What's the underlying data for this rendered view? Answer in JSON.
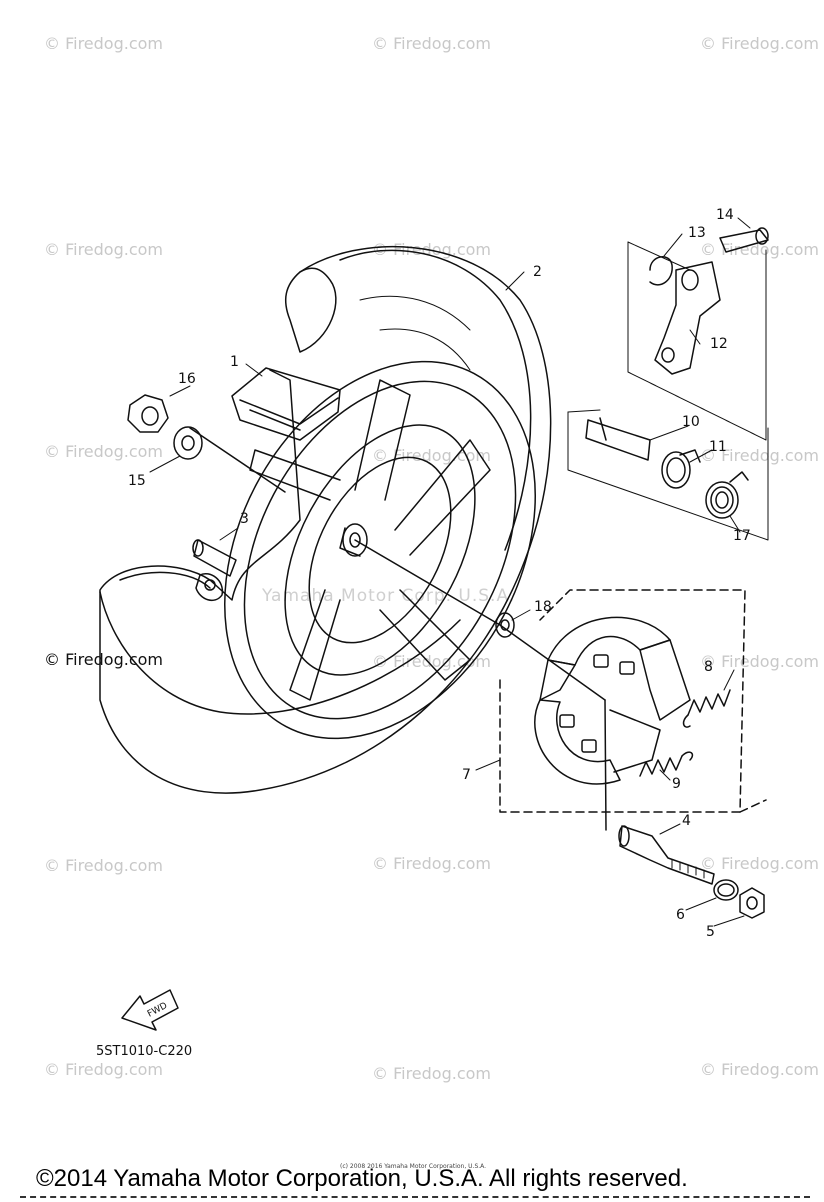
{
  "watermark": {
    "text": "© Firedog.com",
    "center_text": "Yamaha Motor Corp. U.S.A."
  },
  "diagram_code": "5ST1010-C220",
  "fwd_label": "FWD",
  "tiny_notice": "(c) 2008 2016 Yamaha Motor Corporation, U.S.A.",
  "copyright": "©2014 Yamaha Motor Corporation, U.S.A. All rights reserved.",
  "callouts": {
    "c1": "1",
    "c2": "2",
    "c3": "3",
    "c4": "4",
    "c5": "5",
    "c6": "6",
    "c7": "7",
    "c8": "8",
    "c9": "9",
    "c10": "10",
    "c11": "11",
    "c12": "12",
    "c13": "13",
    "c14": "14",
    "c15": "15",
    "c16": "16",
    "c17": "17",
    "c18": "18"
  }
}
